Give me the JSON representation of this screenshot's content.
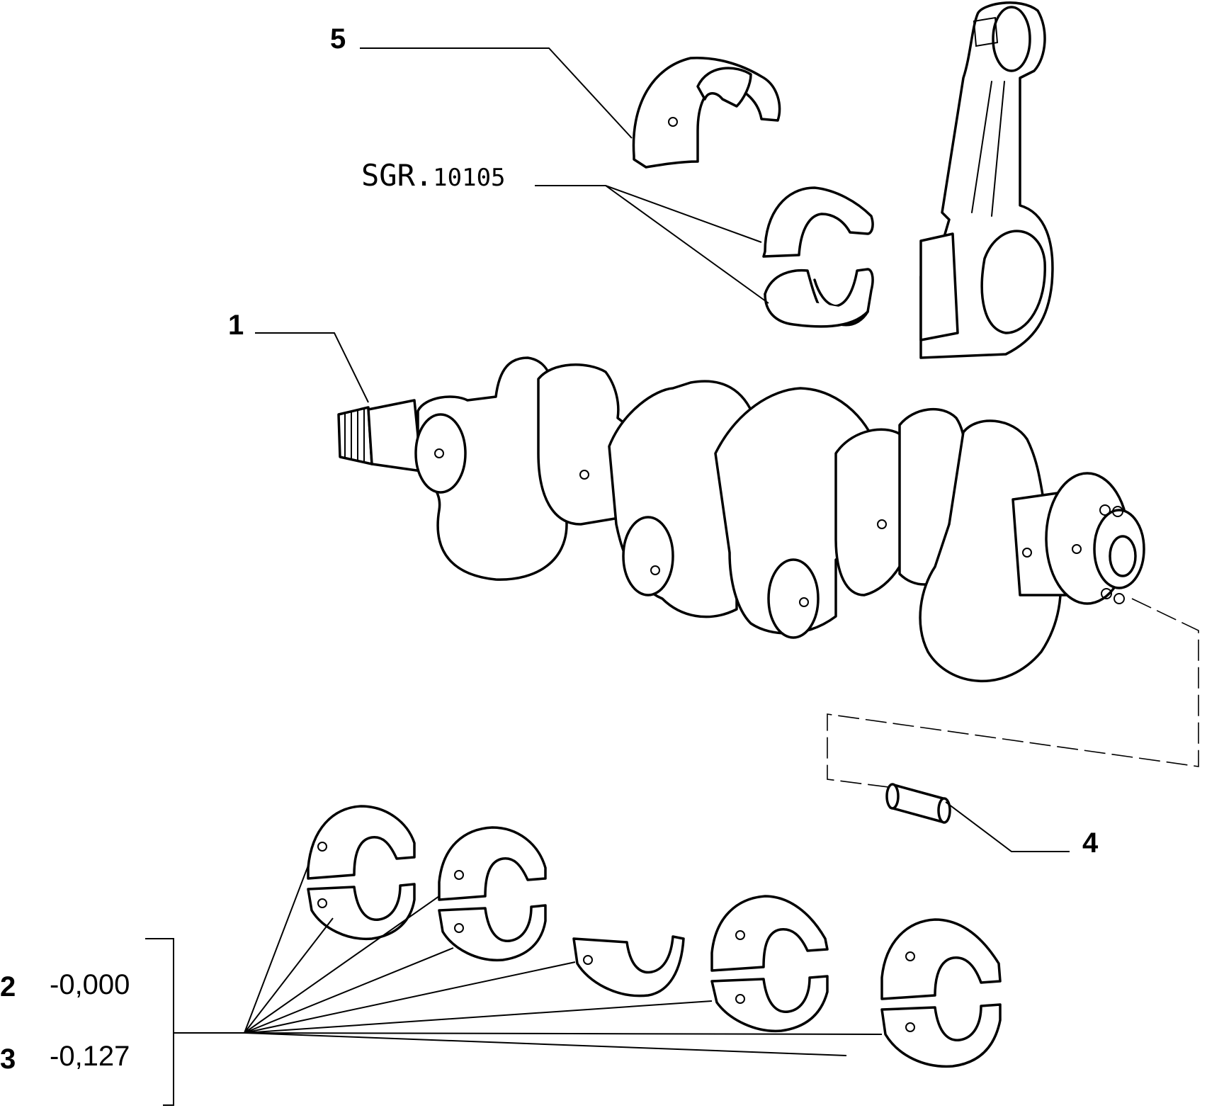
{
  "callouts": {
    "crankshaft": "1",
    "bearing_upper": "2",
    "bearing_lower": "3",
    "dowel_pin": "4",
    "thrust_bearing": "5"
  },
  "reference": {
    "prefix": "SGR.",
    "number": "10105"
  },
  "tolerances": {
    "bearing_2": "-0,000",
    "bearing_3": "-0,127"
  },
  "colors": {
    "line": "#000000",
    "background": "#ffffff"
  }
}
